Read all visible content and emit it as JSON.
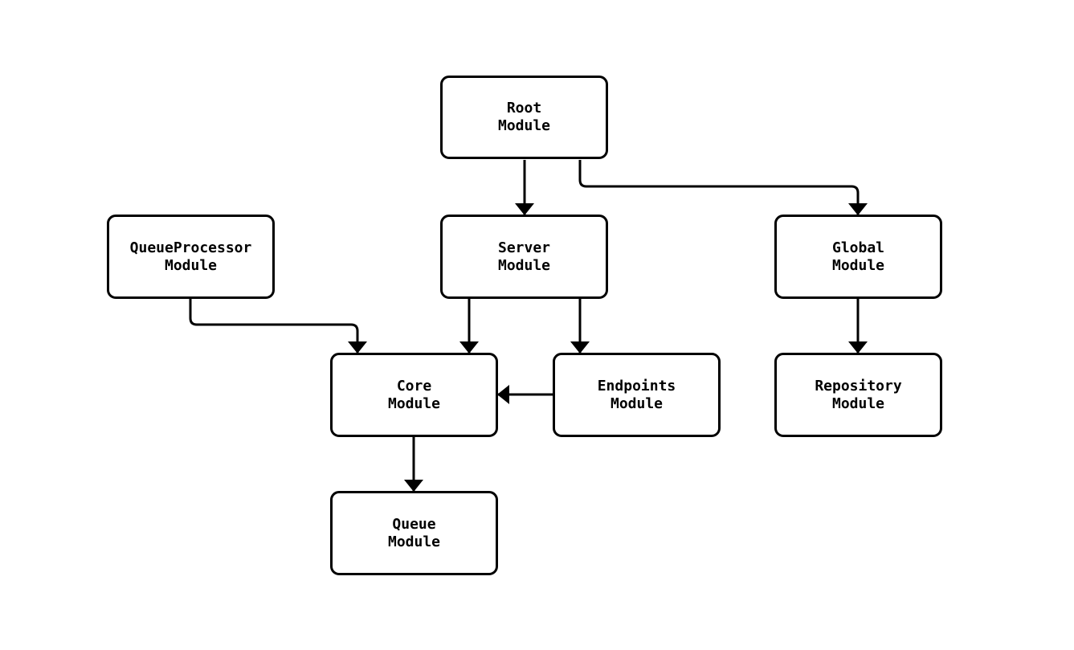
{
  "diagram": {
    "type": "module-dependency-graph",
    "background_color": "#ffffff",
    "node_fill_color": "#ffffff",
    "node_stroke_color": "#000000",
    "text_color": "#000000",
    "nodes": {
      "root": {
        "line1": "Root",
        "line2": "Module",
        "label": "Root Module"
      },
      "server": {
        "line1": "Server",
        "line2": "Module",
        "label": "Server Module"
      },
      "queueprocessor": {
        "line1": "QueueProcessor",
        "line2": "Module",
        "label": "QueueProcessor Module"
      },
      "global": {
        "line1": "Global",
        "line2": "Module",
        "label": "Global Module"
      },
      "core": {
        "line1": "Core",
        "line2": "Module",
        "label": "Core Module"
      },
      "endpoints": {
        "line1": "Endpoints",
        "line2": "Module",
        "label": "Endpoints Module"
      },
      "repository": {
        "line1": "Repository",
        "line2": "Module",
        "label": "Repository Module"
      },
      "queue": {
        "line1": "Queue",
        "line2": "Module",
        "label": "Queue Module"
      }
    },
    "edges": [
      {
        "from": "Root Module",
        "to": "Server Module"
      },
      {
        "from": "Root Module",
        "to": "Global Module"
      },
      {
        "from": "QueueProcessor Module",
        "to": "Core Module"
      },
      {
        "from": "Server Module",
        "to": "Core Module"
      },
      {
        "from": "Server Module",
        "to": "Endpoints Module"
      },
      {
        "from": "Endpoints Module",
        "to": "Core Module"
      },
      {
        "from": "Core Module",
        "to": "Queue Module"
      },
      {
        "from": "Global Module",
        "to": "Repository Module"
      }
    ]
  }
}
